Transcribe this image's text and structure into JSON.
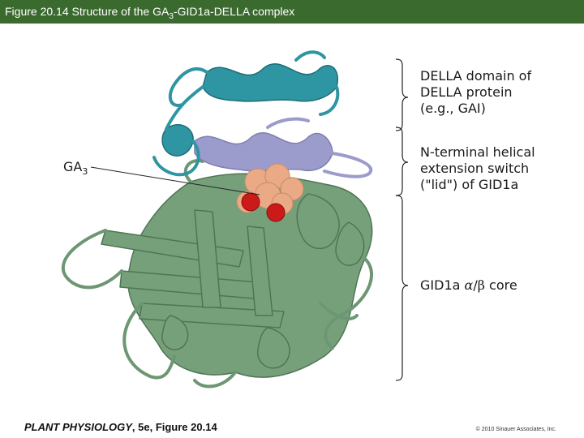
{
  "header": {
    "title_prefix": "Figure 20.14  Structure of the GA",
    "title_sub": "3",
    "title_suffix": "-GID1a-DELLA complex"
  },
  "labels": {
    "della_line1": "DELLA domain of",
    "della_line2": "DELLA protein",
    "della_line3": "(e.g., GAI)",
    "lid_line1": "N-terminal helical",
    "lid_line2": "extension switch",
    "lid_line3": "(\"lid\") of GID1a",
    "core_prefix": "GID1a ",
    "core_alpha": "α",
    "core_slash": "/",
    "core_beta": "β",
    "core_suffix": " core",
    "ga3_main": "GA",
    "ga3_sub": "3"
  },
  "footer": {
    "book_title": "PLANT PHYSIOLOGY",
    "edition": ", 5e, Figure 20.14",
    "copyright": "© 2010 Sinauer Associates, Inc."
  },
  "colors": {
    "header_bg": "#3b6a2f",
    "della_teal": "#2e95a3",
    "lid_lavender": "#9c9ccc",
    "core_green": "#76a07a",
    "ga3_peach": "#e9aa85",
    "oxygen_red": "#cc1a1a"
  }
}
